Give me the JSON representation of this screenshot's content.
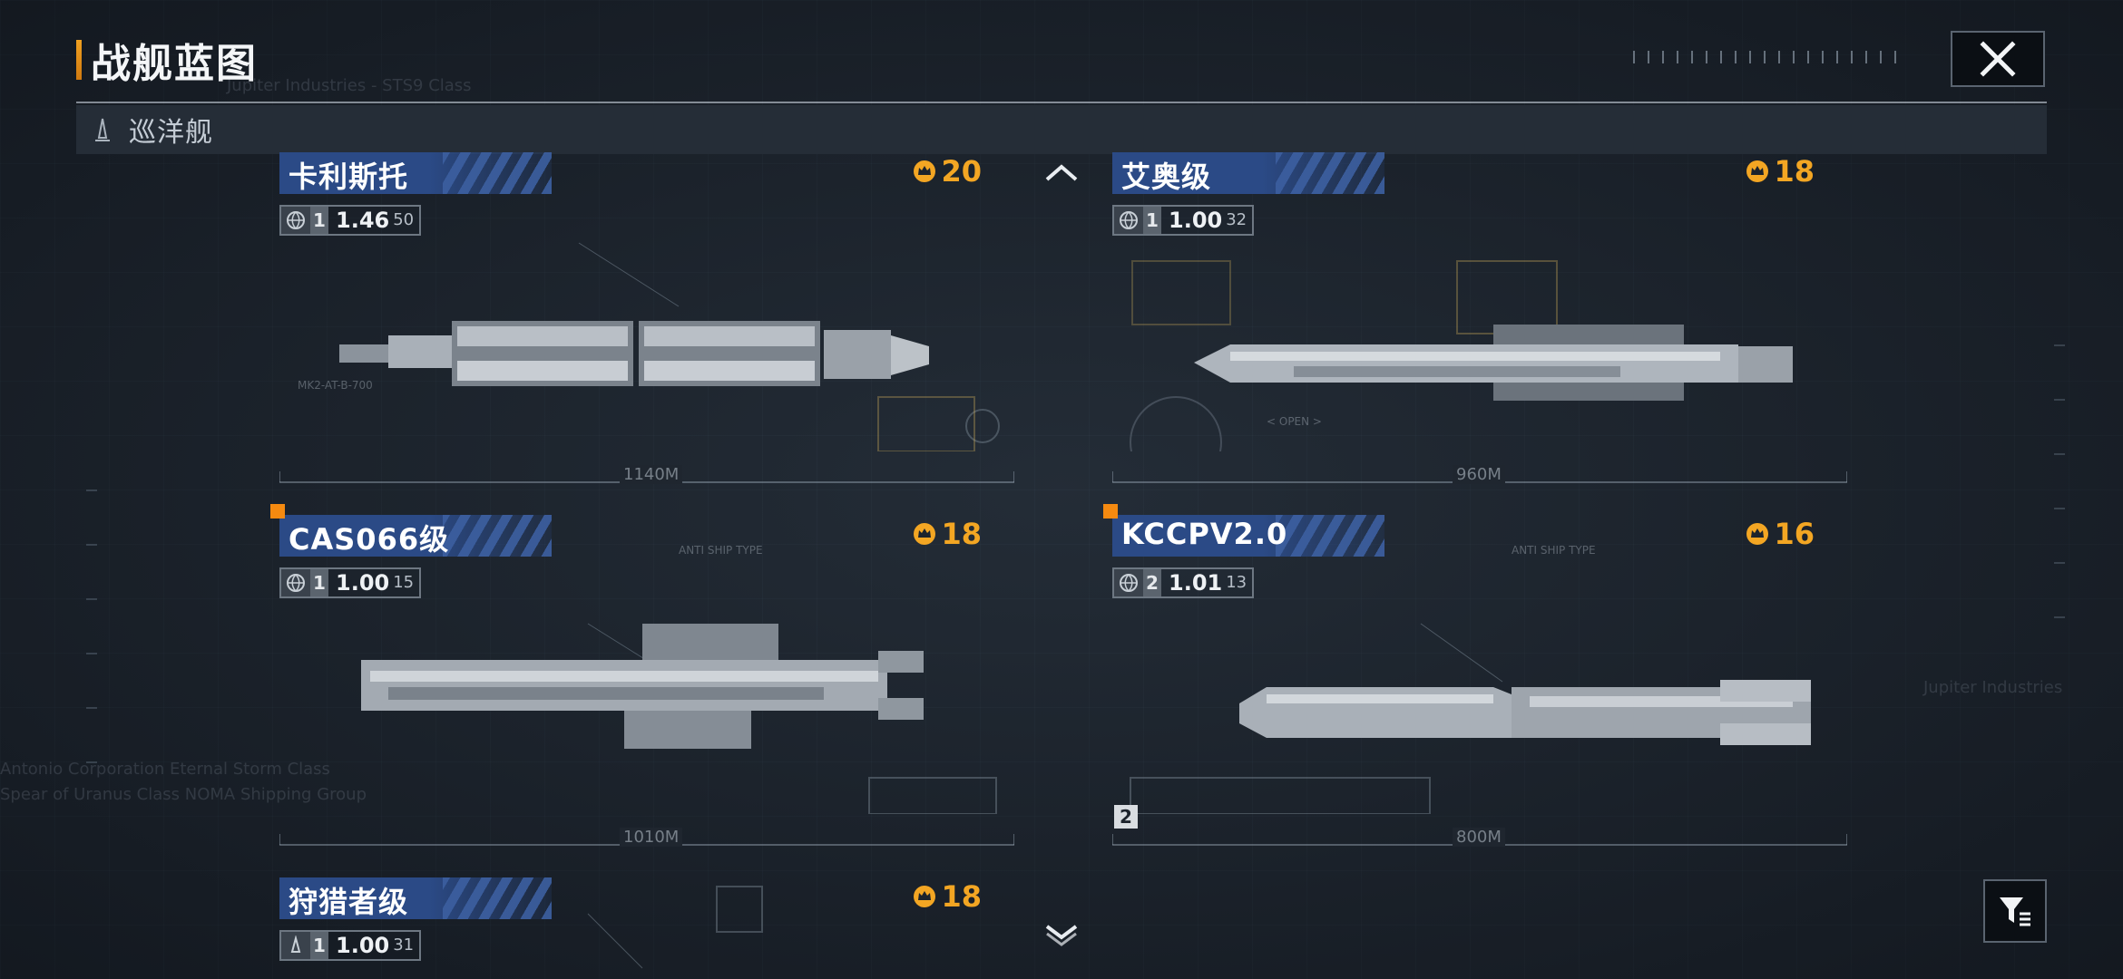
{
  "header": {
    "title": "战舰蓝图"
  },
  "category": {
    "label": "巡洋舰"
  },
  "colors": {
    "accent": "#f0a020",
    "banner": "#2b4a86",
    "cost": "#f3a623",
    "new": "#f58a10"
  },
  "background_labels": [
    "Jupiter Industries - STS9 Class",
    "Jupiter Industries",
    "Antonio Corporation Eternal Storm Class",
    "Spear of Uranus Class NOMA Shipping Group"
  ],
  "ships": [
    {
      "name": "卡利斯托",
      "cost": "20",
      "tier": "1",
      "stat_main": "1.46",
      "stat_sub": "50",
      "length": "1140M",
      "is_new": false
    },
    {
      "name": "艾奥级",
      "cost": "18",
      "tier": "1",
      "stat_main": "1.00",
      "stat_sub": "32",
      "length": "960M",
      "is_new": false
    },
    {
      "name": "CAS066级",
      "cost": "18",
      "tier": "1",
      "stat_main": "1.00",
      "stat_sub": "15",
      "length": "1010M",
      "is_new": true
    },
    {
      "name": "KCCPV2.0",
      "cost": "16",
      "tier": "2",
      "stat_main": "1.01",
      "stat_sub": "13",
      "length": "800M",
      "is_new": true
    },
    {
      "name": "狩猎者级",
      "cost": "18",
      "tier": "1",
      "stat_main": "1.00",
      "stat_sub": "31",
      "length": "",
      "is_new": false
    }
  ],
  "deco": {
    "anti_ship": "ANTI SHIP TYPE",
    "open": "< OPEN >",
    "ship_code": "MK2-AT-B-700",
    "tier_badge": "2"
  },
  "icons": {
    "close": "close-icon",
    "filter": "filter-icon",
    "scroll_up": "chevron-up-icon",
    "scroll_down": "chevron-down-icon",
    "cost": "crown-coin-icon",
    "globe": "globe-icon",
    "category": "ship-icon"
  }
}
